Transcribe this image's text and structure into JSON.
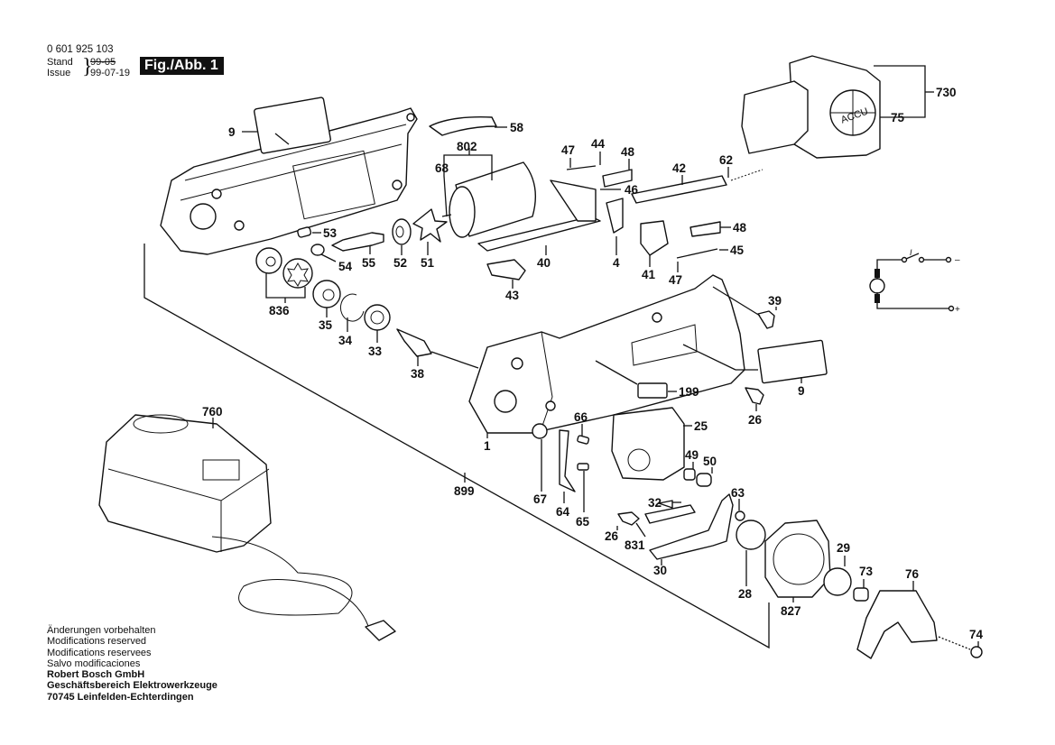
{
  "header": {
    "part_number": "0 601 925 103",
    "stand_label": "Stand",
    "issue_label": "Issue",
    "stand_value": "99-05",
    "issue_value": "99-07-19",
    "figure_label": "Fig./Abb. 1"
  },
  "footer": {
    "lines": [
      "Änderungen vorbehalten",
      "Modifications reserved",
      "Modifications reservees",
      "Salvo modificaciones"
    ],
    "company": "Robert Bosch GmbH",
    "division": "Geschäftsbereich Elektrowerkzeuge",
    "address": "70745 Leinfelden-Echterdingen"
  },
  "battery": {
    "badge_text": "ACCU"
  },
  "circuit": {
    "switch_symbol": "I",
    "minus": "–",
    "plus": "+"
  },
  "part_labels": [
    {
      "id": "9",
      "name": "label-plate-top"
    },
    {
      "id": "58",
      "name": "handle-clip"
    },
    {
      "id": "802",
      "name": "motor-assembly"
    },
    {
      "id": "68",
      "name": "fan"
    },
    {
      "id": "47",
      "name": "contact-47-top"
    },
    {
      "id": "44",
      "name": "wire-44"
    },
    {
      "id": "48",
      "name": "spring-48-top"
    },
    {
      "id": "46",
      "name": "wire-46"
    },
    {
      "id": "42",
      "name": "slider-42"
    },
    {
      "id": "62",
      "name": "spring-62"
    },
    {
      "id": "730",
      "name": "battery-pack-assembly"
    },
    {
      "id": "75",
      "name": "battery-75"
    },
    {
      "id": "53",
      "name": "pin-53"
    },
    {
      "id": "54",
      "name": "bushing-54"
    },
    {
      "id": "55",
      "name": "worm-shaft-55"
    },
    {
      "id": "52",
      "name": "bearing-52"
    },
    {
      "id": "51",
      "name": "fan-51"
    },
    {
      "id": "40",
      "name": "switch-plate-40"
    },
    {
      "id": "4",
      "name": "switch-4"
    },
    {
      "id": "41",
      "name": "holder-41"
    },
    {
      "id": "48",
      "name": "spring-48-right"
    },
    {
      "id": "45",
      "name": "wire-45"
    },
    {
      "id": "47",
      "name": "contact-47-bottom"
    },
    {
      "id": "43",
      "name": "clip-43"
    },
    {
      "id": "836",
      "name": "gear-set-836"
    },
    {
      "id": "35",
      "name": "gear-35"
    },
    {
      "id": "34",
      "name": "circlip-34"
    },
    {
      "id": "33",
      "name": "bearing-33"
    },
    {
      "id": "38",
      "name": "spindle-38"
    },
    {
      "id": "39",
      "name": "screw-39"
    },
    {
      "id": "9",
      "name": "label-plate-right"
    },
    {
      "id": "199",
      "name": "nameplate-199"
    },
    {
      "id": "1",
      "name": "housing-1"
    },
    {
      "id": "26",
      "name": "screw-26-right"
    },
    {
      "id": "25",
      "name": "guard-25"
    },
    {
      "id": "66",
      "name": "pin-66"
    },
    {
      "id": "49",
      "name": "spring-49"
    },
    {
      "id": "50",
      "name": "button-50"
    },
    {
      "id": "760",
      "name": "charger-760"
    },
    {
      "id": "899",
      "name": "tool-assembly-899"
    },
    {
      "id": "67",
      "name": "washer-67"
    },
    {
      "id": "64",
      "name": "blade-guide-64"
    },
    {
      "id": "65",
      "name": "pin-65"
    },
    {
      "id": "32",
      "name": "screw-32"
    },
    {
      "id": "63",
      "name": "screw-63"
    },
    {
      "id": "26",
      "name": "screw-26-bottom"
    },
    {
      "id": "831",
      "name": "lever-831"
    },
    {
      "id": "30",
      "name": "shoe-30"
    },
    {
      "id": "29",
      "name": "washer-29"
    },
    {
      "id": "73",
      "name": "nut-73"
    },
    {
      "id": "28",
      "name": "flange-28"
    },
    {
      "id": "827",
      "name": "blade-827"
    },
    {
      "id": "76",
      "name": "guard-76"
    },
    {
      "id": "74",
      "name": "screw-74"
    }
  ]
}
